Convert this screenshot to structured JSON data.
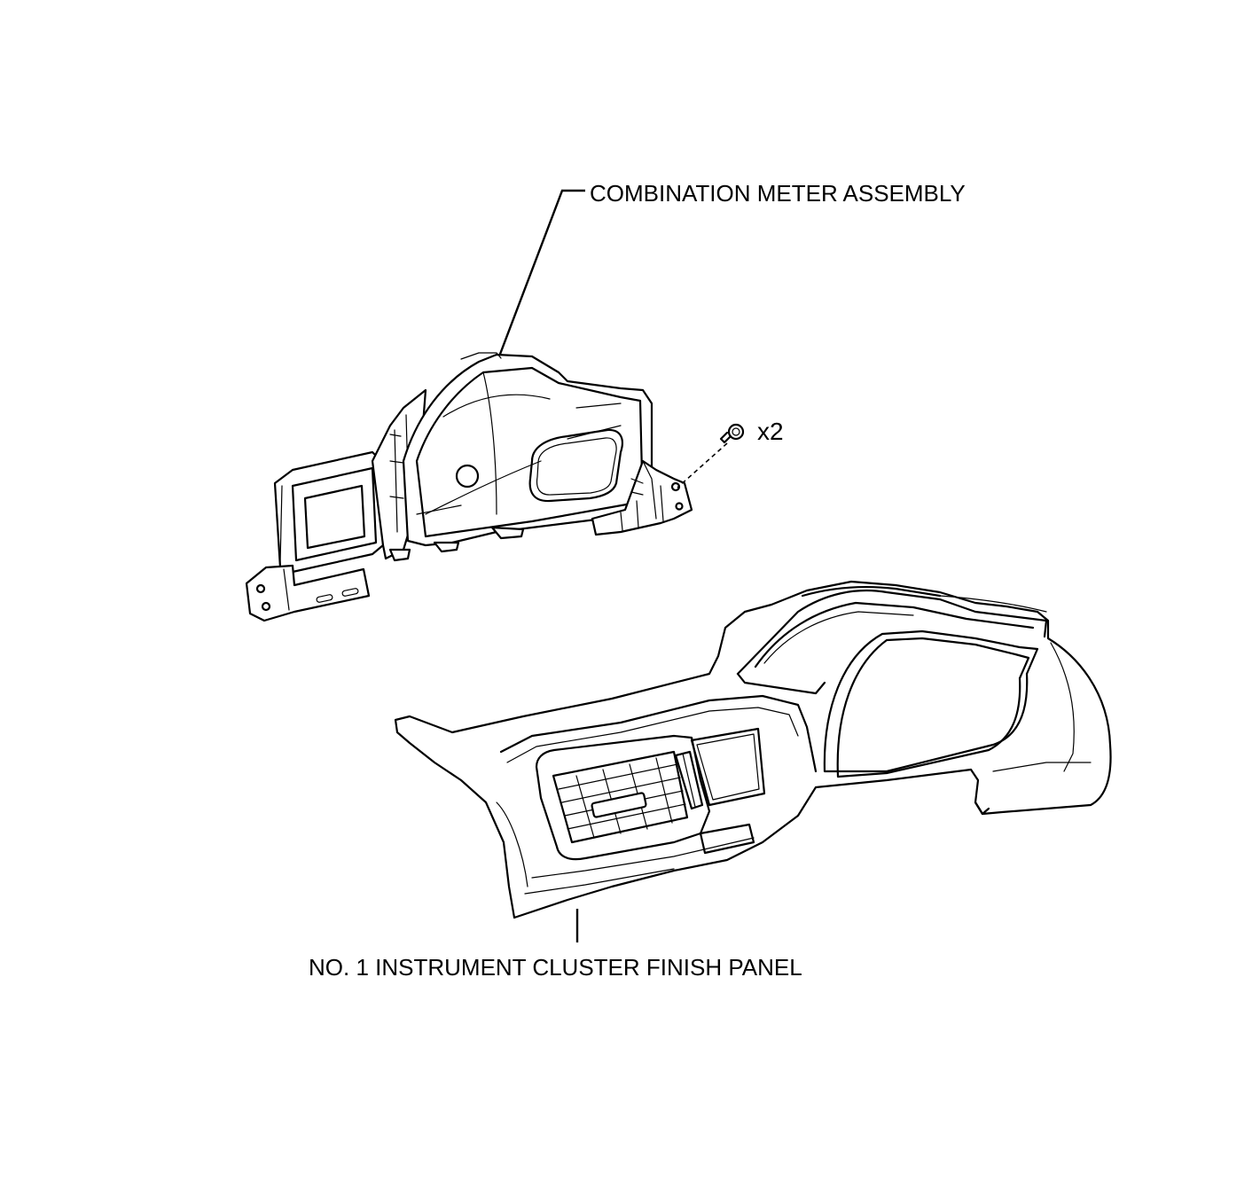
{
  "labels": {
    "combination_meter": "COMBINATION METER ASSEMBLY",
    "finish_panel": "NO. 1 INSTRUMENT CLUSTER FINISH PANEL",
    "screw_quantity": "x2"
  },
  "icons": {
    "meter": "combination-meter-drawing",
    "panel": "finish-panel-drawing",
    "screw": "screw-icon"
  },
  "colors": {
    "line": "#000000",
    "background": "#ffffff"
  }
}
